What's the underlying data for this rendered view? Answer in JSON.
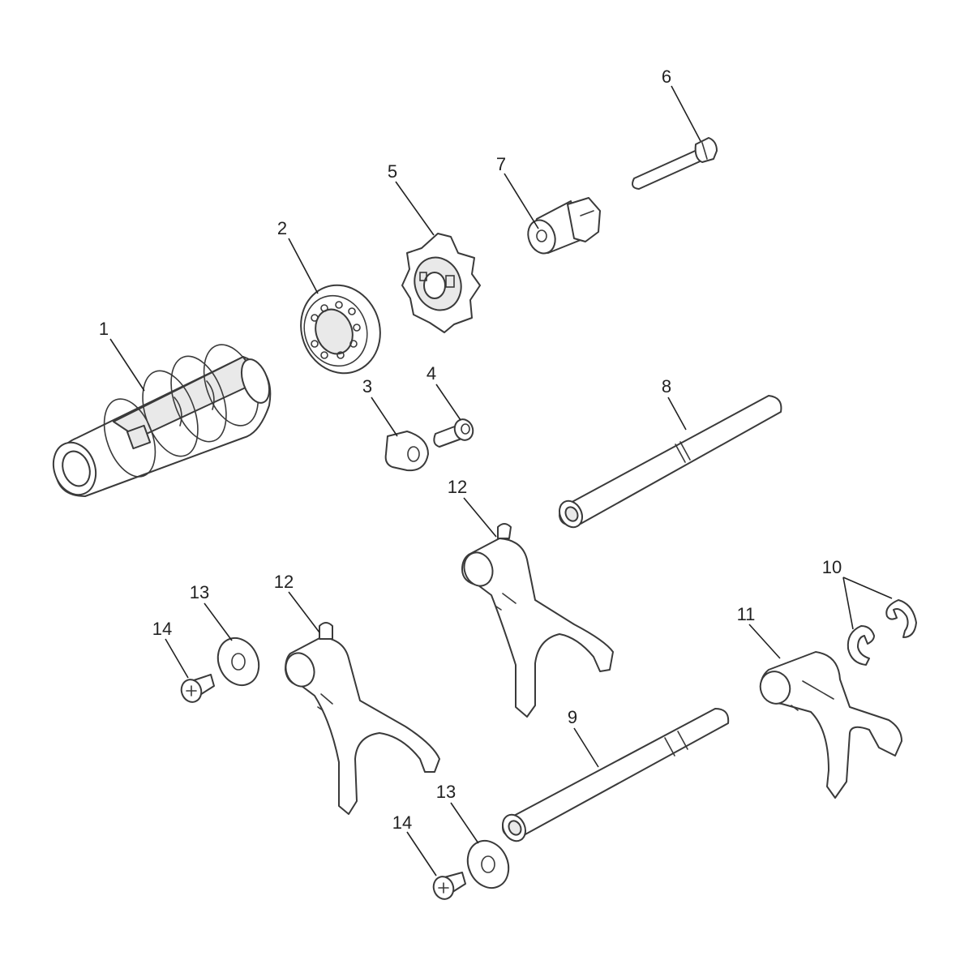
{
  "callouts": [
    "1",
    "2",
    "3",
    "4",
    "5",
    "6",
    "7",
    "8",
    "9",
    "10",
    "11",
    "12",
    "12",
    "13",
    "13",
    "14",
    "14"
  ],
  "colors": {
    "line": "#3a3a3a",
    "part_fill": "#ffffff",
    "shade": "#e9e9e9",
    "background": "#ffffff"
  }
}
